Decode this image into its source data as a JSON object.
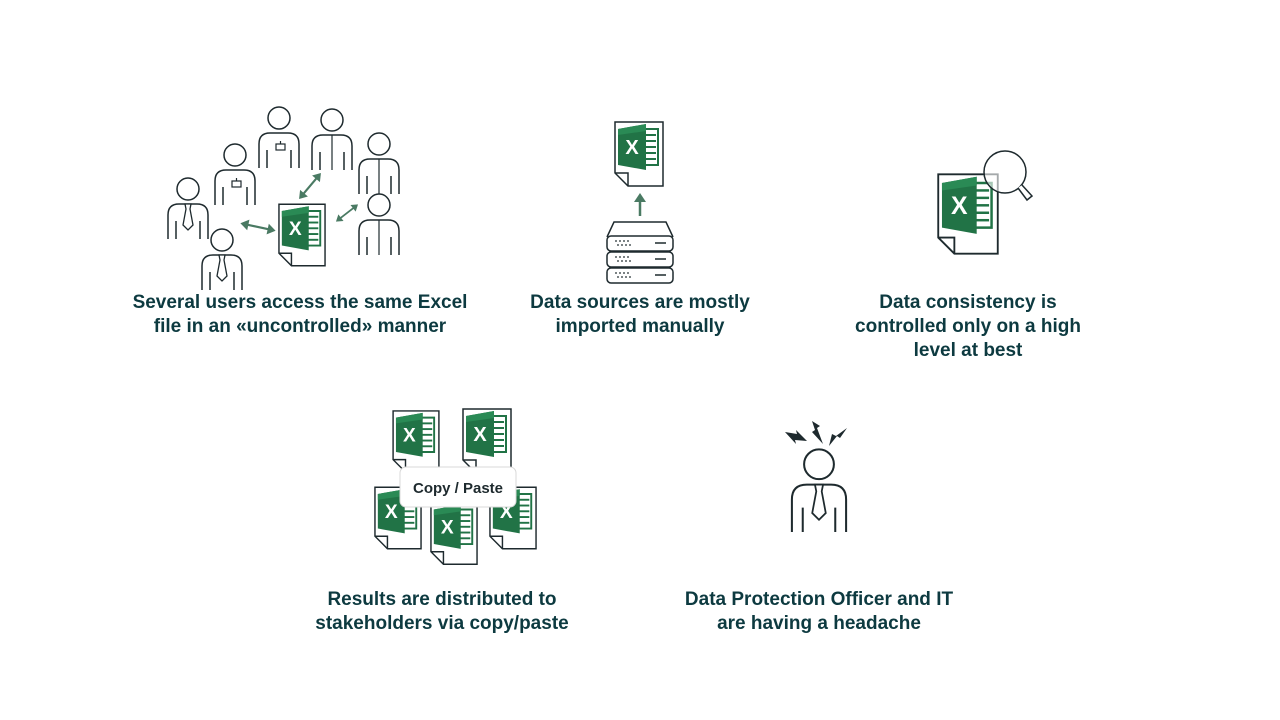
{
  "items": [
    {
      "line1": "Several users access the same Excel",
      "line2": "file in an «uncontrolled» manner",
      "line3": ""
    },
    {
      "line1": "Data sources are mostly",
      "line2": "imported manually",
      "line3": ""
    },
    {
      "line1": "Data consistency is",
      "line2": "controlled only on a high",
      "line3": "level at best"
    },
    {
      "line1": "Results are distributed to",
      "line2": "stakeholders via copy/paste",
      "line3": ""
    },
    {
      "line1": "Data Protection Officer and IT",
      "line2": "are having a headache",
      "line3": ""
    }
  ],
  "callout": {
    "label": "Copy / Paste"
  },
  "icons": {
    "excel_letter": "X",
    "colors": {
      "excel_green": "#217346",
      "excel_dark": "#185c37",
      "outline": "#1e2a2e",
      "arrow": "#4a7a63",
      "caption": "#0d3a40"
    }
  }
}
